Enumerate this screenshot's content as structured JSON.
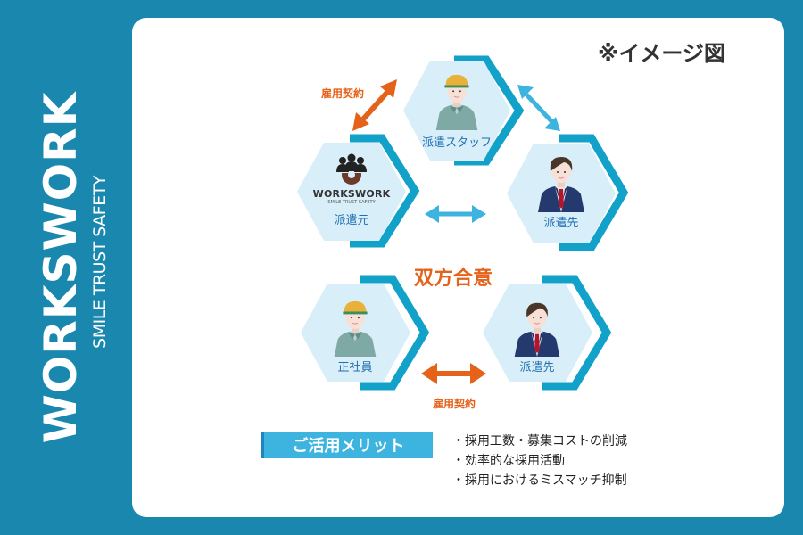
{
  "brand": {
    "name": "WORKSWORK",
    "tagline": "SMILE TRUST SAFETY"
  },
  "note": "※イメージ図",
  "colors": {
    "background": "#1a88ae",
    "card": "#ffffff",
    "hex_fill": "#d8eef8",
    "hex_bracket": "#12a2c9",
    "orange": "#e5621a",
    "light_blue_arrow": "#3db3df",
    "label_blue": "#1f6fb2"
  },
  "top_diagram": {
    "nodes": {
      "staff": {
        "label": "派遣スタッフ",
        "icon": "worker-helmet-icon"
      },
      "dispatcher": {
        "label": "派遣元",
        "icon": "workswork-logo-icon",
        "logo_text": "WORKSWORK",
        "logo_sub": "SMILE TRUST SAFETY"
      },
      "client": {
        "label": "派遣先",
        "icon": "businessman-icon"
      }
    },
    "arrows": {
      "dispatcher_staff": {
        "label": "雇用契約",
        "color": "orange"
      },
      "staff_client": {
        "label": "",
        "color": "light-blue"
      },
      "dispatcher_client": {
        "label": "",
        "color": "light-blue"
      }
    }
  },
  "agreement_label": "双方合意",
  "bottom_diagram": {
    "nodes": {
      "employee": {
        "label": "正社員",
        "icon": "worker-helmet-icon"
      },
      "client": {
        "label": "派遣先",
        "icon": "businessman-icon"
      }
    },
    "arrow_label": "雇用契約"
  },
  "merits": {
    "title": "ご活用メリット",
    "items": [
      "・採用工数・募集コストの削減",
      "・効率的な採用活動",
      "・採用におけるミスマッチ抑制"
    ]
  }
}
